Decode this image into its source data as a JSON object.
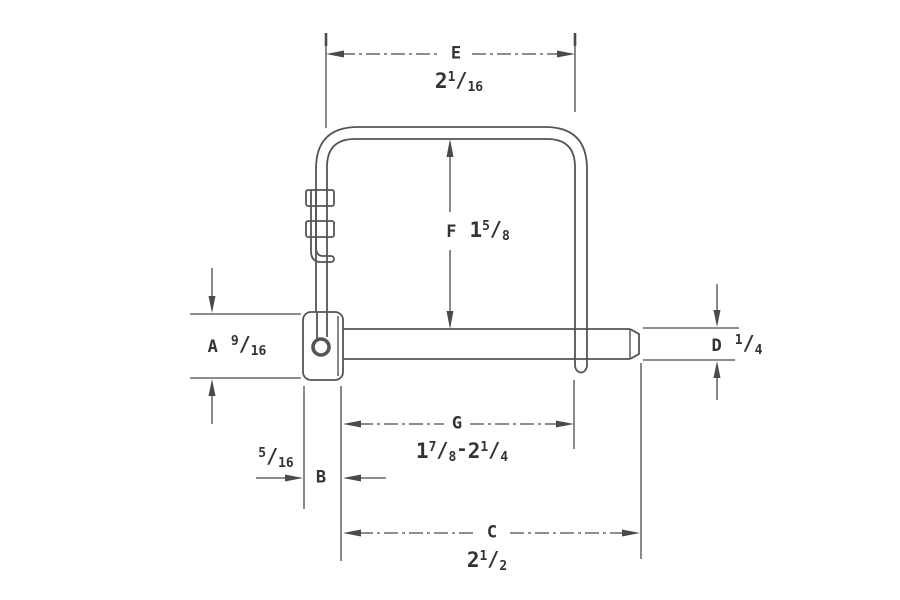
{
  "drawing": {
    "colors": {
      "background": "#ffffff",
      "line": "#4a4a4a",
      "text": "#333333"
    },
    "glyphs": {
      "slash": "/"
    },
    "dimensions": {
      "A": {
        "letter": "A",
        "num": "9",
        "den": "16"
      },
      "B": {
        "letter": "B",
        "num": "5",
        "den": "16"
      },
      "C": {
        "letter": "C",
        "whole": "2",
        "num": "1",
        "den": "2"
      },
      "D": {
        "letter": "D",
        "num": "1",
        "den": "4"
      },
      "E": {
        "letter": "E",
        "whole": "2",
        "num": "1",
        "den": "16"
      },
      "F": {
        "letter": "F",
        "whole": "1",
        "num": "5",
        "den": "8"
      },
      "G": {
        "letter": "G",
        "whole": "1",
        "num": "7",
        "den": "8",
        "sep": "-",
        "whole2": "2",
        "num2": "1",
        "den2": "4"
      }
    }
  }
}
